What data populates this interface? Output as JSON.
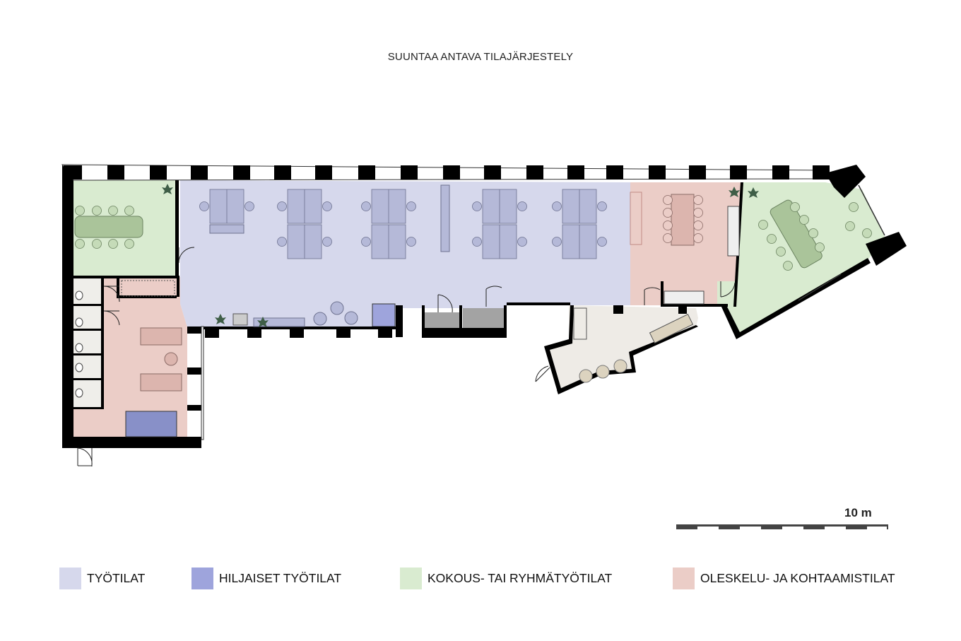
{
  "title": "SUUNTAA ANTAVA TILAJÄRJESTELY",
  "scale_bar": {
    "label": "10 m",
    "length_m": 10,
    "segments": 5
  },
  "legend": [
    {
      "label": "TYÖTILAT",
      "color": "#d6d8ec"
    },
    {
      "label": "HILJAISET TYÖTILAT",
      "color": "#9ea4dc"
    },
    {
      "label": "KOKOUS- TAI RYHMÄTYÖTILAT",
      "color": "#d9ebd0"
    },
    {
      "label": "OLESKELU- JA KOHTAAMISTILAT",
      "color": "#ebcdc7"
    }
  ],
  "colors": {
    "wall": "#000000",
    "kitchenette": "#eeebe6",
    "storage": "#a3a3a3",
    "restroom": "#efeeea",
    "plant": "#3f5e47"
  }
}
